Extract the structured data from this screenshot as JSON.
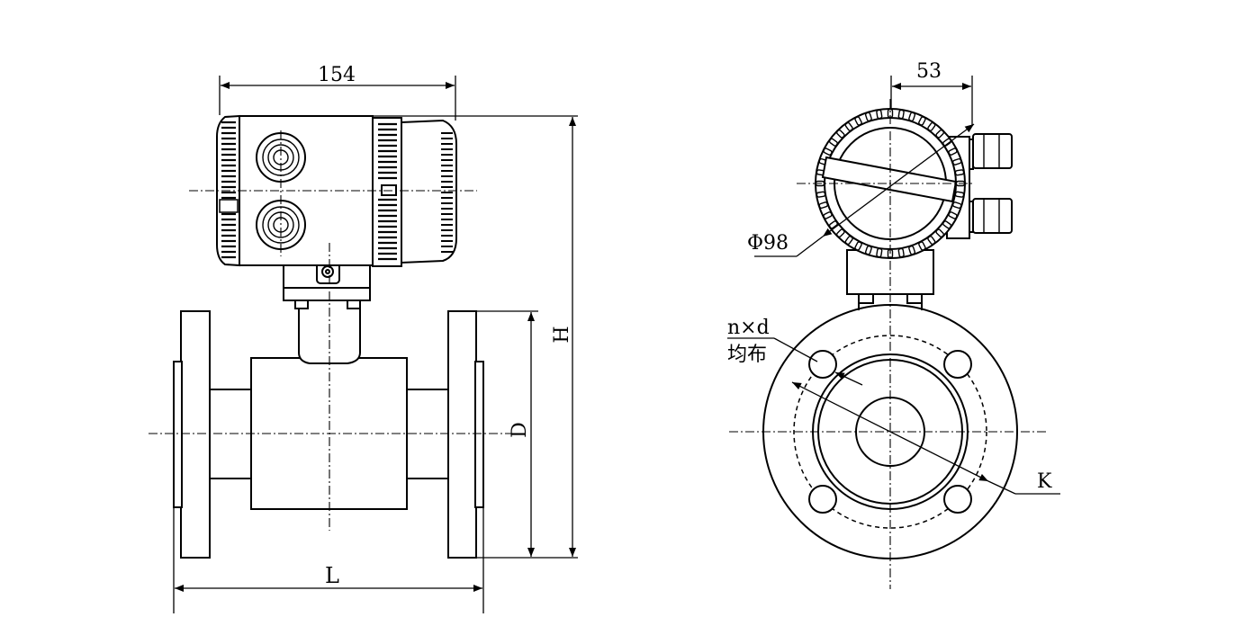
{
  "dimensions": {
    "top_width": "154",
    "height": "H",
    "flange_dia": "D",
    "length": "L",
    "box_offset": "53",
    "cover_dia": "Φ98",
    "holes_line1": "n×d",
    "holes_line2": "均布",
    "bolt_circle": "K"
  },
  "colors": {
    "line": "#000000",
    "background": "#ffffff"
  }
}
